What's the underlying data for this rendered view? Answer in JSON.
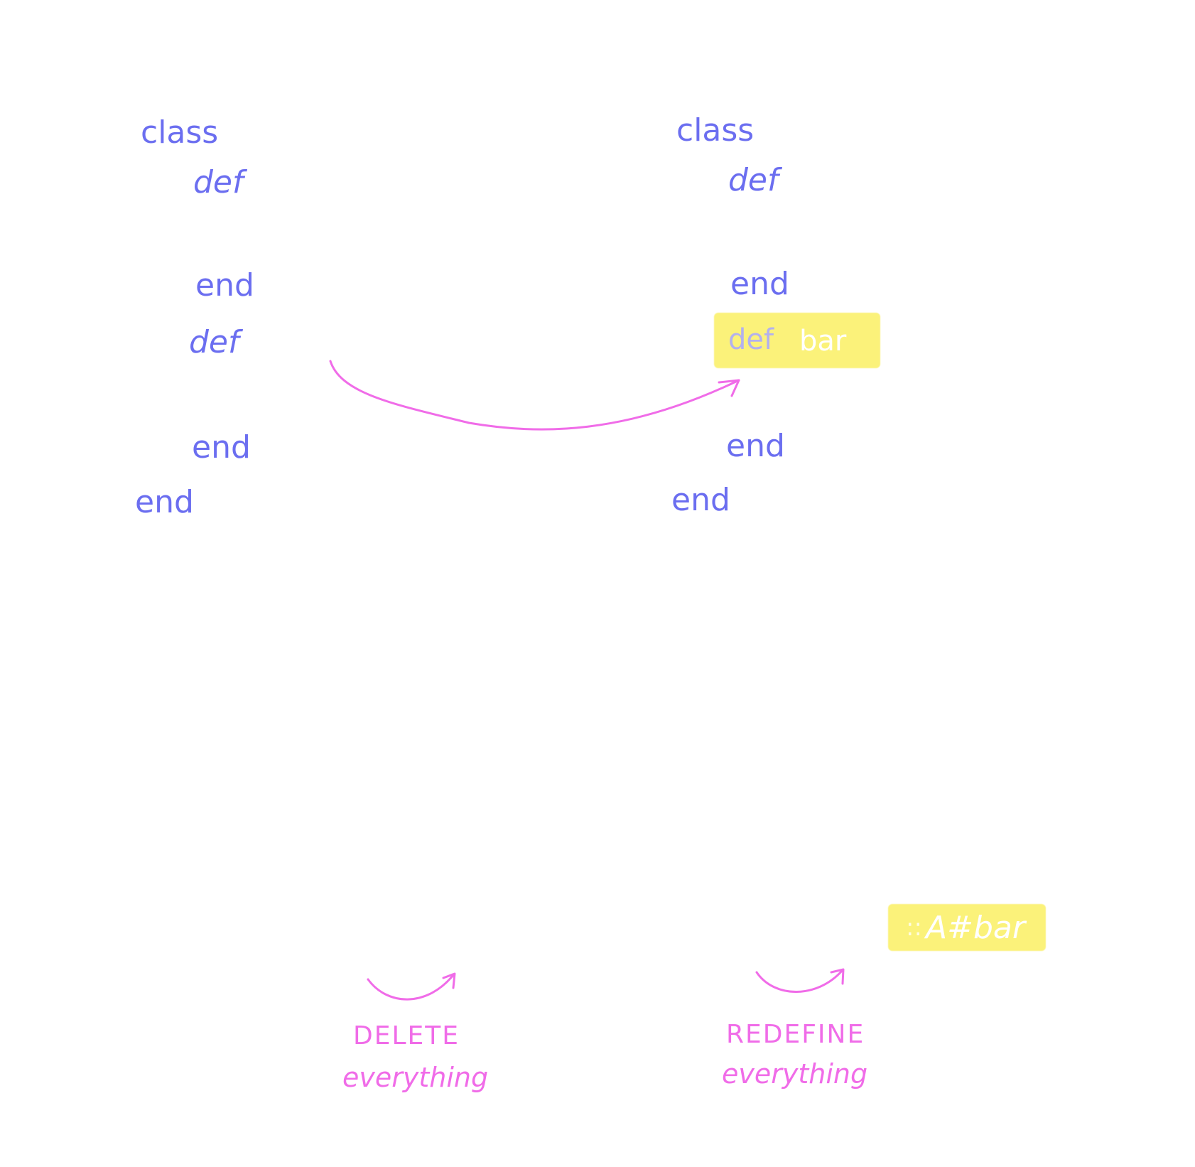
{
  "left_code": {
    "line1": "class",
    "line2": "def",
    "line3": "end",
    "line4": "def",
    "line5": "end",
    "line6": "end"
  },
  "right_code": {
    "line1": "class",
    "line2": "def",
    "line3": "end",
    "highlight_def": "def",
    "highlight_name": "bar",
    "line5": "end",
    "line6": "end"
  },
  "result_label": {
    "prefix": "::",
    "text": "A#bar"
  },
  "notes": {
    "delete_title": "DELETE",
    "delete_sub": "everything",
    "redefine_title": "REDEFINE",
    "redefine_sub": "everything"
  },
  "colors": {
    "code": "#6b6ef0",
    "annotation": "#f06ce8",
    "highlight": "#fbf27a"
  }
}
